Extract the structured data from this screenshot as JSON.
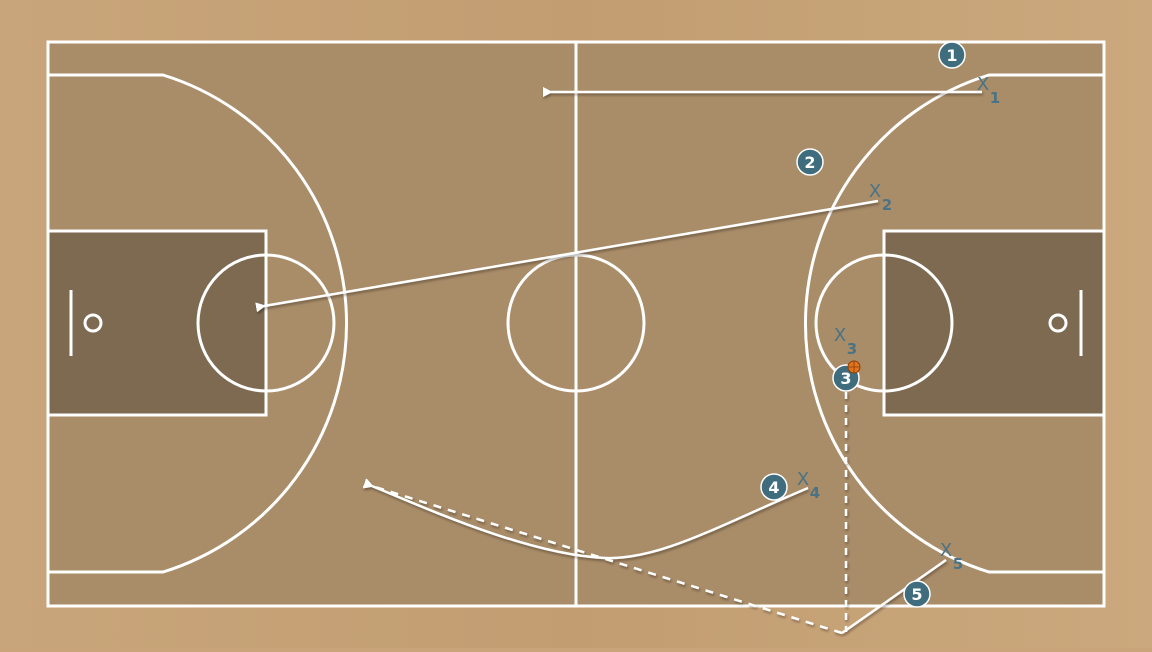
{
  "colors": {
    "floor": "#c6a173",
    "court": "#a78a66",
    "paint": "#7d6a51",
    "lines": "#ffffff",
    "offense": "#3f6d7d",
    "defense": "#4a7385",
    "ball": "#e0741c"
  },
  "offense": [
    {
      "number": "1"
    },
    {
      "number": "2"
    },
    {
      "number": "3"
    },
    {
      "number": "4"
    },
    {
      "number": "5"
    }
  ],
  "defense": [
    {
      "mark": "X",
      "sub": "1"
    },
    {
      "mark": "X",
      "sub": "2"
    },
    {
      "mark": "X",
      "sub": "3"
    },
    {
      "mark": "X",
      "sub": "4"
    },
    {
      "mark": "X",
      "sub": "5"
    }
  ],
  "ball_holder": "3"
}
